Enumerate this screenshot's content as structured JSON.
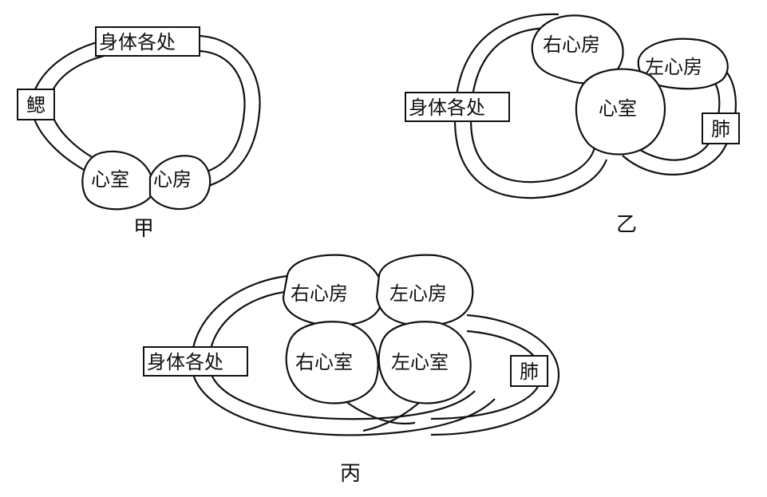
{
  "diagram_jia": {
    "body_label": "身体各处",
    "gill_label": "鳃",
    "ventricle_label": "心室",
    "atrium_label": "心房",
    "caption": "甲"
  },
  "diagram_yi": {
    "right_atrium_label": "右心房",
    "left_atrium_label": "左心房",
    "ventricle_label": "心室",
    "body_label": "身体各处",
    "lung_label": "肺",
    "caption": "乙"
  },
  "diagram_bing": {
    "right_atrium_label": "右心房",
    "left_atrium_label": "左心房",
    "right_ventricle_label": "右心室",
    "left_ventricle_label": "左心室",
    "body_label": "身体各处",
    "lung_label": "肺",
    "caption": "丙"
  }
}
